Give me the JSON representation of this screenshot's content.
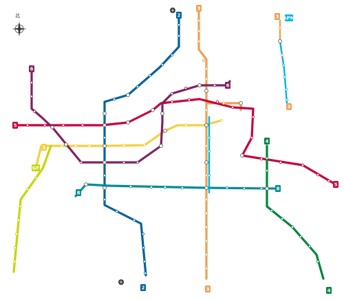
{
  "compass": {
    "label": "北"
  },
  "lines": [
    {
      "id": "1",
      "label": "1",
      "color": "#f3d03e"
    },
    {
      "id": "2",
      "label": "2",
      "color": "#00629b"
    },
    {
      "id": "3",
      "label": "3",
      "color": "#eca154"
    },
    {
      "id": "4",
      "label": "4",
      "color": "#00843d"
    },
    {
      "id": "5",
      "label": "5",
      "color": "#c5003e"
    },
    {
      "id": "6",
      "label": "6",
      "color": "#80225f"
    },
    {
      "id": "8",
      "label": "8",
      "color": "#008c95"
    },
    {
      "id": "APM",
      "label": "APM",
      "color": "#00b5e2"
    },
    {
      "id": "GF",
      "label": "GF",
      "color": "#c4d600"
    }
  ],
  "airport_icons": [
    {
      "name": "airport-icon-north"
    },
    {
      "name": "airport-icon-south"
    }
  ],
  "stations": []
}
